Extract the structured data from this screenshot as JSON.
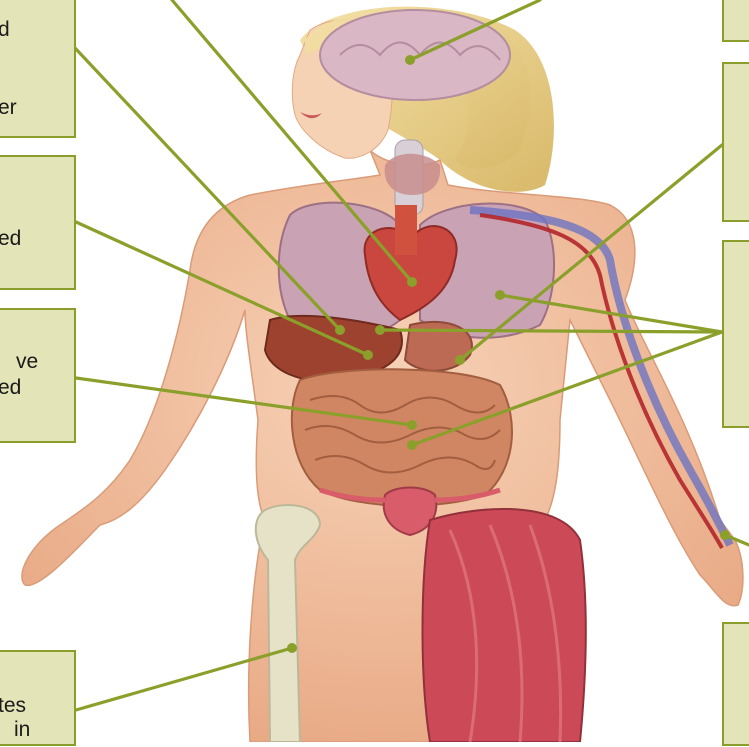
{
  "colors": {
    "label_fill": "#e3e4b7",
    "label_border": "#8b9d2b",
    "leader_line": "#8aa02a",
    "skin": "#f2bf9c",
    "hair": "#e9cf86"
  },
  "labels": {
    "top_left": {
      "line1": "d",
      "line2": "er"
    },
    "mid_left_1": {
      "line1": "ed"
    },
    "mid_left_2": {
      "line1": "ve",
      "line2": "ed"
    },
    "bottom_left": {
      "line1": "tes",
      "line2": "in"
    },
    "top_right": {},
    "right_1": {},
    "right_2": {},
    "bottom_right": {}
  },
  "figure": {
    "organs": [
      "brain",
      "thyroid",
      "trachea",
      "heart",
      "lungs",
      "liver",
      "stomach",
      "small-intestine",
      "uterus",
      "femur",
      "thigh-muscles",
      "arm-blood-vessels"
    ]
  }
}
